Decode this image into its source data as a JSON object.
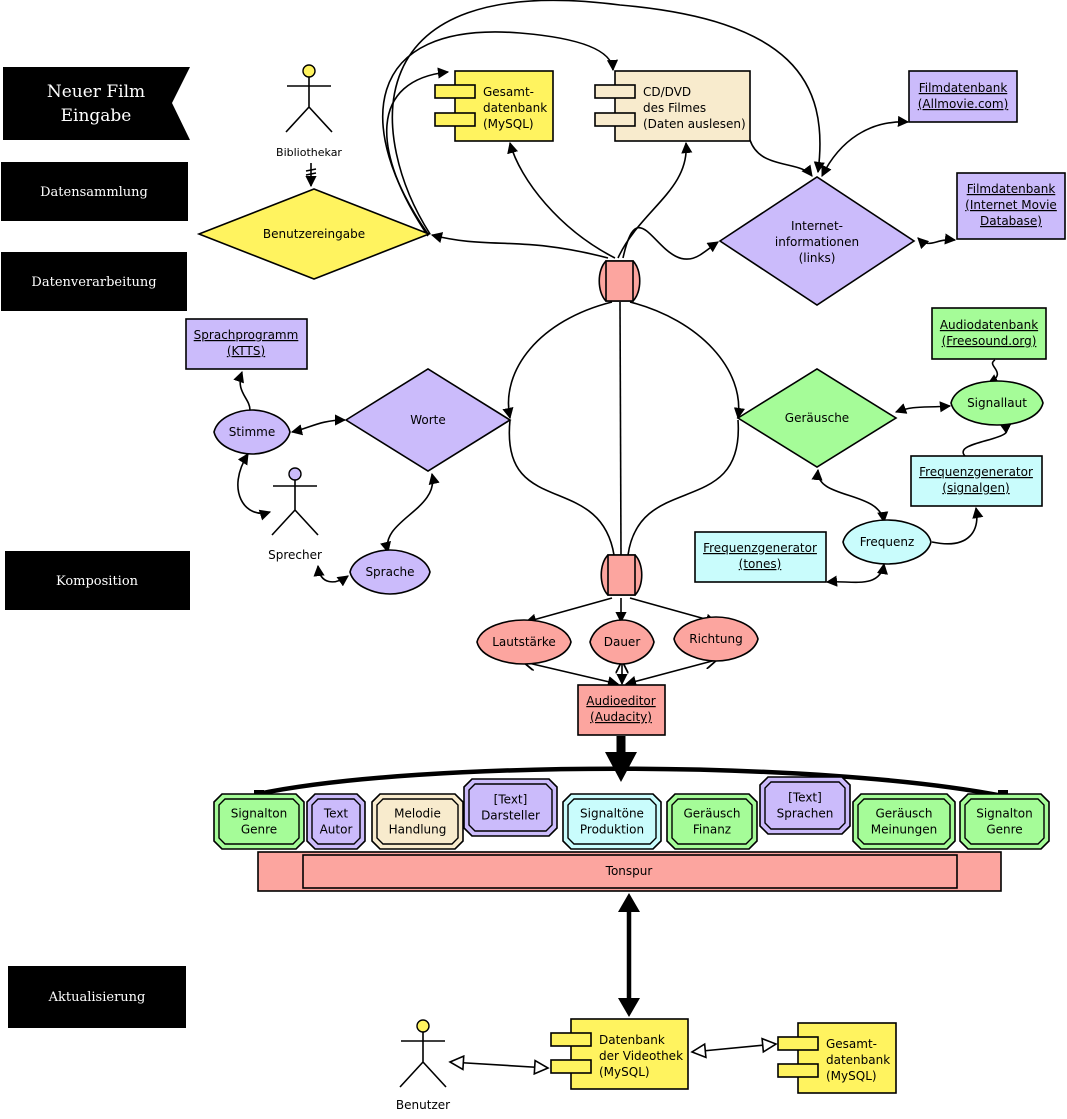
{
  "title_banner": {
    "line1": "Neuer Film",
    "line2": "Eingabe"
  },
  "phases": {
    "datensammlung": "Datensammlung",
    "datenverarbeitung": "Datenverarbeitung",
    "komposition": "Komposition",
    "aktualisierung": "Aktualisierung"
  },
  "actors": {
    "bibliothekar": "Bibliothekar",
    "sprecher": "Sprecher",
    "benutzer": "Benutzer"
  },
  "components": {
    "gesamtdatenbank_top": {
      "l1": "Gesamt-",
      "l2": "datenbank",
      "l3": "(MySQL)"
    },
    "cd_dvd": {
      "l1": "CD/DVD",
      "l2": "des Filmes",
      "l3": "(Daten auslesen)"
    },
    "datenbank_videothek": {
      "l1": "Datenbank",
      "l2": "der Videothek",
      "l3": "(MySQL)"
    },
    "gesamtdatenbank_bottom": {
      "l1": "Gesamt-",
      "l2": "datenbank",
      "l3": "(MySQL)"
    }
  },
  "resources": {
    "allmovie": {
      "l1": "Filmdatenbank",
      "l2": "(Allmovie.com)"
    },
    "imdb": {
      "l1": "Filmdatenbank",
      "l2": "(Internet Movie",
      "l3": "Database)"
    },
    "ktts": {
      "l1": "Sprachprogramm",
      "l2": "(KTTS)"
    },
    "freesound": {
      "l1": "Audiodatenbank",
      "l2": "(Freesound.org)"
    },
    "signalgen": {
      "l1": "Frequenzgenerator",
      "l2": "(signalgen)"
    },
    "tones": {
      "l1": "Frequenzgenerator",
      "l2": "(tones)"
    },
    "audacity": {
      "l1": "Audioeditor",
      "l2": "(Audacity)"
    }
  },
  "decisions": {
    "benutzereingabe": "Benutzereingabe",
    "internet": {
      "l1": "Internet-",
      "l2": "informationen",
      "l3": "(links)"
    },
    "worte": "Worte",
    "geraeusche": "Geräusche"
  },
  "ellipses": {
    "stimme": "Stimme",
    "sprache": "Sprache",
    "signallaut": "Signallaut",
    "frequenz": "Frequenz",
    "lautstaerke": "Lautstärke",
    "dauer": "Dauer",
    "richtung": "Richtung"
  },
  "track_items": [
    {
      "l1": "Signalton",
      "l2": "Genre"
    },
    {
      "l1": "Text",
      "l2": "Autor"
    },
    {
      "l1": "Melodie",
      "l2": "Handlung"
    },
    {
      "l1": "[Text]",
      "l2": "Darsteller"
    },
    {
      "l1": "Signaltöne",
      "l2": "Produktion"
    },
    {
      "l1": "Geräusch",
      "l2": "Finanz"
    },
    {
      "l1": "[Text]",
      "l2": "Sprachen"
    },
    {
      "l1": "Geräusch",
      "l2": "Meinungen"
    },
    {
      "l1": "Signalton",
      "l2": "Genre"
    }
  ],
  "tonspur": "Tonspur",
  "colors": {
    "yellow": "#fff35f",
    "purple": "#cbbbfb",
    "green": "#a5fc98",
    "cyan": "#c9fcfc",
    "salmon": "#fca59f",
    "cream": "#f8ebcd",
    "black": "#000000"
  }
}
